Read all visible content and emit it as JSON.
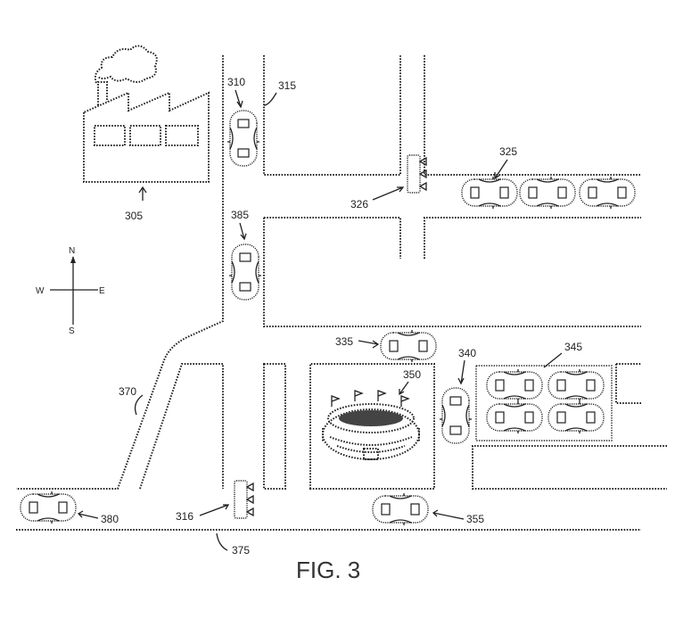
{
  "figure": {
    "caption": "FIG. 3"
  },
  "compass": {
    "n": "N",
    "s": "S",
    "e": "E",
    "w": "W"
  },
  "labels": {
    "factory": "305",
    "car_north": "310",
    "road_north": "315",
    "signal_south": "316",
    "parked_east": "325",
    "signal_east": "326",
    "car_near_stadium": "335",
    "car_parking_entry": "340",
    "parking_lot": "345",
    "stadium": "350",
    "car_south_street": "355",
    "ramp": "370",
    "road_south": "375",
    "car_west": "380",
    "car_mid": "385"
  }
}
